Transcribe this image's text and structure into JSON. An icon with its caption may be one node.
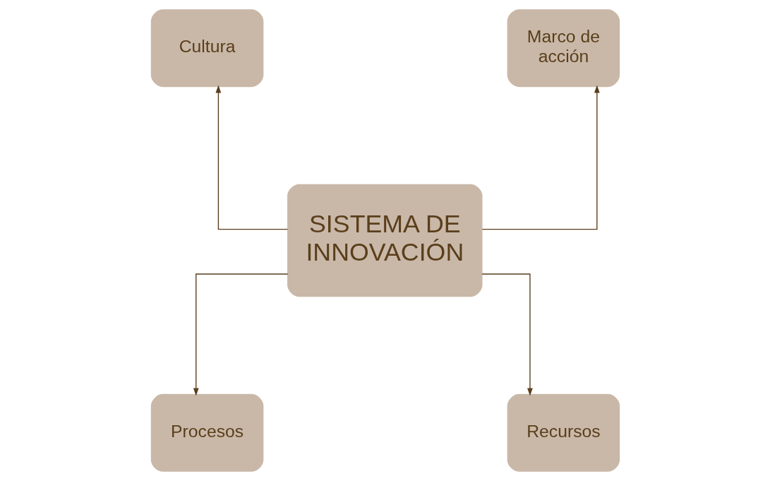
{
  "diagram": {
    "nodes": [
      {
        "text": [
          "Cultura"
        ]
      },
      {
        "text": [
          "Marco de acción"
        ]
      },
      {
        "text": [
          "SISTEMA DE INNOVACIÓN"
        ]
      },
      {
        "text": [
          "Procesos"
        ]
      },
      {
        "text": [
          "Recursos"
        ]
      }
    ],
    "edges": [
      {
        "from": 2,
        "to": 0,
        "arrow": "to"
      },
      {
        "from": 2,
        "to": 1,
        "arrow": "to"
      },
      {
        "from": 2,
        "to": 3,
        "arrow": "to"
      },
      {
        "from": 2,
        "to": 4,
        "arrow": "to"
      }
    ]
  }
}
